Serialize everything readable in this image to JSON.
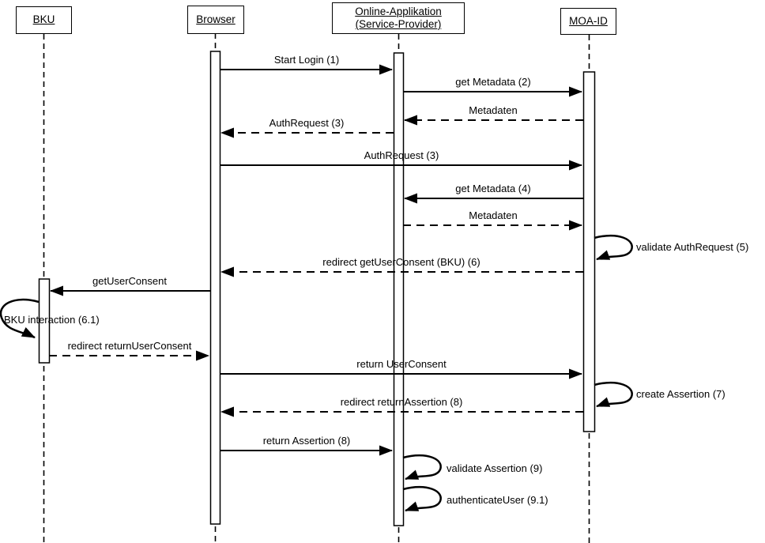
{
  "diagram": {
    "type": "uml-sequence",
    "colors": {
      "line": "#000000",
      "background": "#ffffff"
    },
    "actors": [
      {
        "id": "bku",
        "label": "BKU"
      },
      {
        "id": "browser",
        "label": "Browser"
      },
      {
        "id": "online-applikation",
        "label": "Online-Applikation (Service-Provider)"
      },
      {
        "id": "moa-id",
        "label": "MOA-ID"
      }
    ],
    "messages": [
      {
        "label": "Start Login (1)",
        "from": "Browser",
        "to": "Online-Applikation",
        "line": "solid"
      },
      {
        "label": "get Metadata (2)",
        "from": "Online-Applikation",
        "to": "MOA-ID",
        "line": "solid"
      },
      {
        "label": "Metadaten",
        "from": "MOA-ID",
        "to": "Online-Applikation",
        "line": "dashed"
      },
      {
        "label": "AuthRequest (3)",
        "from": "Online-Applikation",
        "to": "Browser",
        "line": "dashed"
      },
      {
        "label": "AuthRequest (3)",
        "from": "Browser",
        "to": "MOA-ID",
        "line": "solid"
      },
      {
        "label": "get Metadata (4)",
        "from": "MOA-ID",
        "to": "Online-Applikation",
        "line": "solid"
      },
      {
        "label": "Metadaten",
        "from": "Online-Applikation",
        "to": "MOA-ID",
        "line": "dashed"
      },
      {
        "label": "validate AuthRequest (5)",
        "from": "MOA-ID",
        "to": "MOA-ID",
        "line": "self"
      },
      {
        "label": "redirect getUserConsent (BKU) (6)",
        "from": "MOA-ID",
        "to": "Browser",
        "line": "dashed"
      },
      {
        "label": "getUserConsent",
        "from": "Browser",
        "to": "BKU",
        "line": "solid"
      },
      {
        "label": "BKU interaction (6.1)",
        "from": "BKU",
        "to": "BKU",
        "line": "self"
      },
      {
        "label": "redirect returnUserConsent",
        "from": "BKU",
        "to": "Browser",
        "line": "dashed"
      },
      {
        "label": "return UserConsent",
        "from": "Browser",
        "to": "MOA-ID",
        "line": "solid"
      },
      {
        "label": "create Assertion (7)",
        "from": "MOA-ID",
        "to": "MOA-ID",
        "line": "self"
      },
      {
        "label": "redirect returnAssertion (8)",
        "from": "MOA-ID",
        "to": "Browser",
        "line": "dashed"
      },
      {
        "label": "return Assertion (8)",
        "from": "Browser",
        "to": "Online-Applikation",
        "line": "solid"
      },
      {
        "label": "validate Assertion (9)",
        "from": "Online-Applikation",
        "to": "Online-Applikation",
        "line": "self"
      },
      {
        "label": "authenticateUser (9.1)",
        "from": "Online-Applikation",
        "to": "Online-Applikation",
        "line": "self"
      }
    ]
  }
}
